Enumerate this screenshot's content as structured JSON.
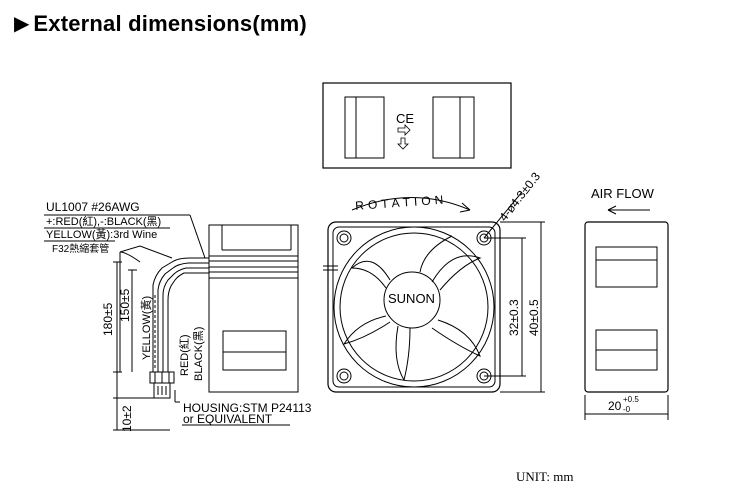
{
  "header": {
    "arrow_icon": "right-triangle-icon",
    "title": "External dimensions(mm)"
  },
  "wire": {
    "spec": "UL1007  #26AWG",
    "polarity": "+:RED(紅),-:BLACK(黑)",
    "third": "YELLOW(黃):3rd  Wine",
    "tube": "F32熱縮套管",
    "yellow_tag": "YELLOW(黃)",
    "red_tag": "RED(紅)",
    "black_tag": "BLACK(黑)",
    "length_total": "180±5",
    "length_inner": "150±5",
    "connector_len": "10±2",
    "housing_line1": "HOUSING:STM  P24113",
    "housing_line2": "or  EQUIVALENT"
  },
  "front": {
    "rotation": "ROTATION",
    "holes": "4-ø4.3±0.3",
    "brand": "SUNON",
    "hole_pitch": "32±0.3",
    "size": "40±0.5"
  },
  "side": {
    "airflow": "AIR  FLOW",
    "depth": "20",
    "tol_plus": "+0.5",
    "tol_minus": "-0"
  },
  "label_box": {
    "ce_mark": "CE"
  },
  "unit": "UNIT: mm"
}
